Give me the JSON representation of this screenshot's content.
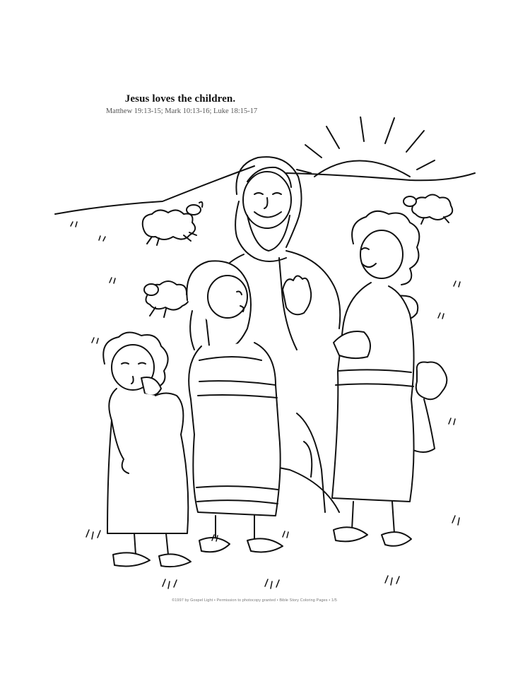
{
  "heading": {
    "title": "Jesus loves the children.",
    "references": "Matthew 19:13-15; Mark 10:13-16; Luke 18:15-17"
  },
  "footer": {
    "copyright": "©1997 by Gospel Light • Permission to photocopy granted • Bible Story Coloring Pages • 1/5"
  },
  "illustration": {
    "line_color": "#111111",
    "fill_color": "#ffffff"
  }
}
